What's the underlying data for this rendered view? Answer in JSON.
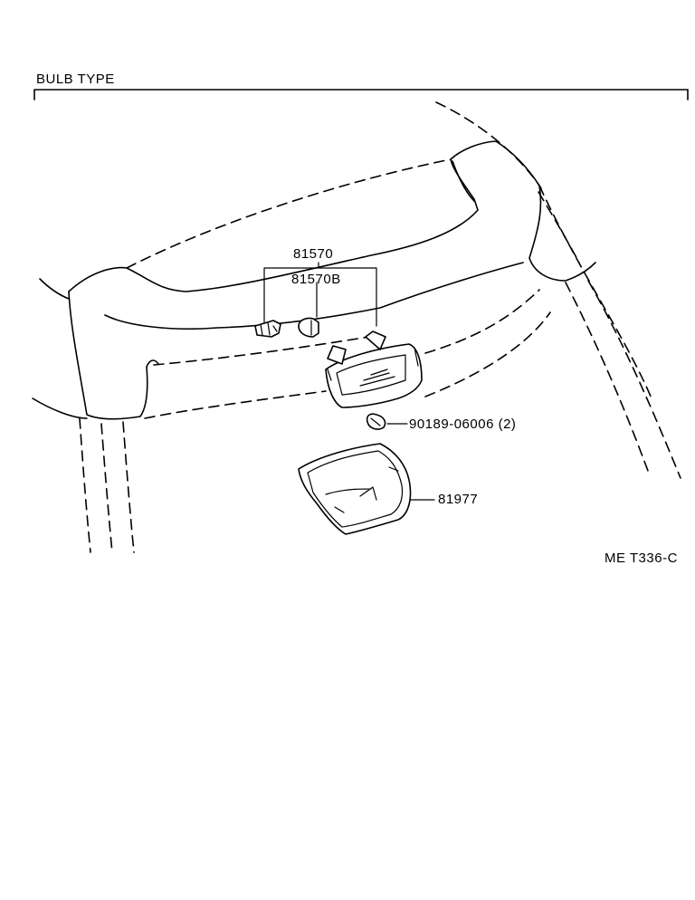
{
  "diagram": {
    "section_title": "BULB TYPE",
    "figure_code": "ME  T336-C",
    "parts": [
      {
        "number": "81570"
      },
      {
        "number": "81570B"
      },
      {
        "number": "90189-06006 (2)"
      },
      {
        "number": "81977"
      }
    ]
  }
}
